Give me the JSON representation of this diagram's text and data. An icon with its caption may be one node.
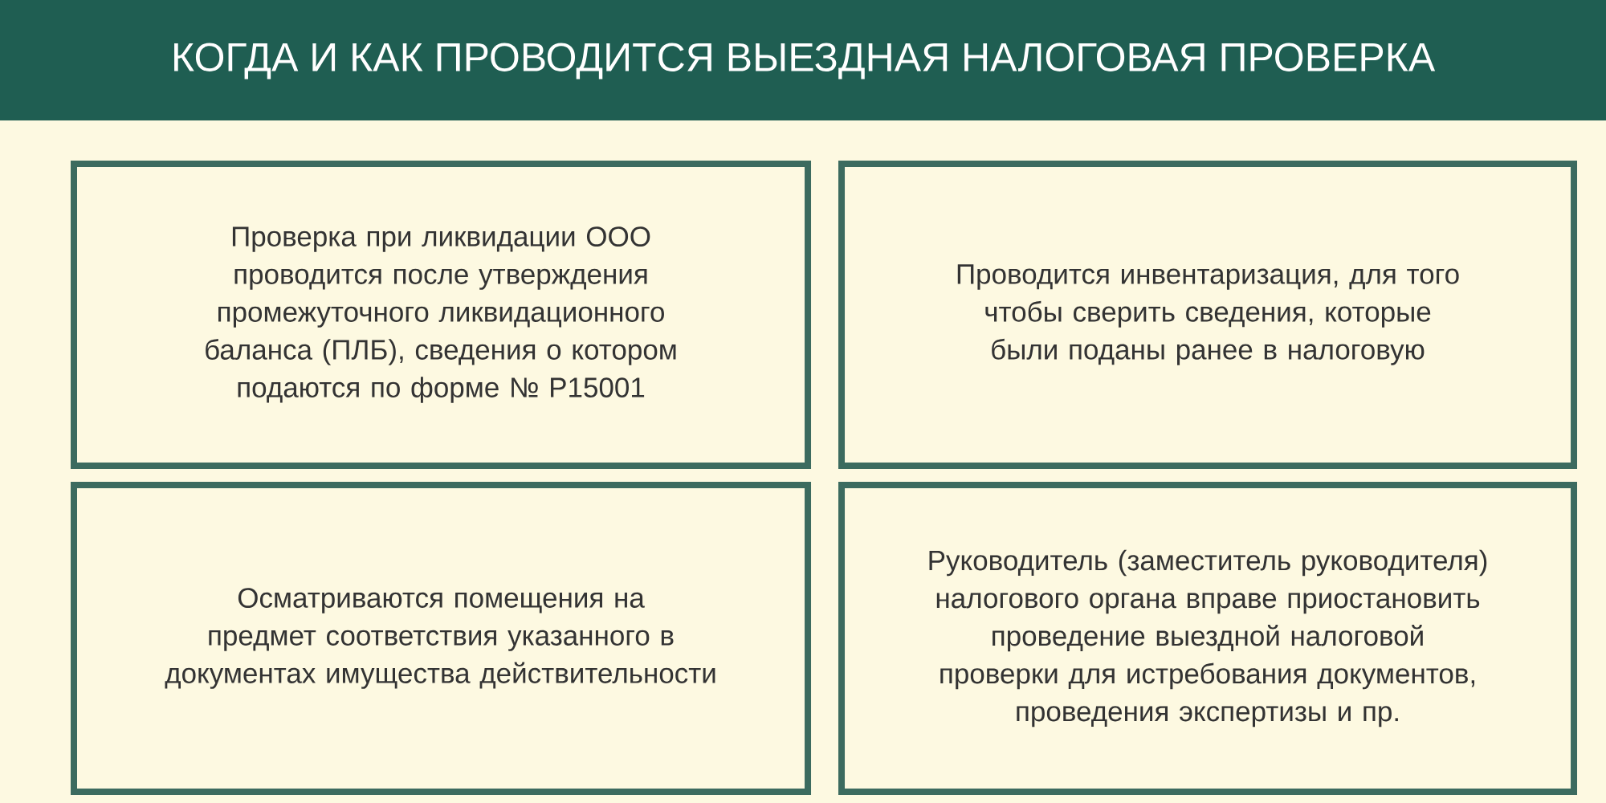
{
  "diagram": {
    "title": "КОГДА И КАК ПРОВОДИТСЯ ВЫЕЗДНАЯ НАЛОГОВАЯ ПРОВЕРКА",
    "nodes": [
      {
        "text": [
          "Проверка при ликвидации ООО проводится после утверждения промежуточного ликвидационного баланса (ПЛБ), сведения о котором подаются по форме № Р15001"
        ]
      },
      {
        "text": [
          "Проводится инвентаризация, для того чтобы сверить сведения, которые были поданы ранее в налоговую"
        ]
      },
      {
        "text": [
          "Осматриваются помещения на предмет соответствия указанного в документах имущества действительности"
        ]
      },
      {
        "text": [
          "Руководитель (заместитель руководителя) налогового органа вправе приостановить проведение выездной налоговой проверки для истребования документов, проведения экспертизы и пр."
        ]
      }
    ]
  }
}
